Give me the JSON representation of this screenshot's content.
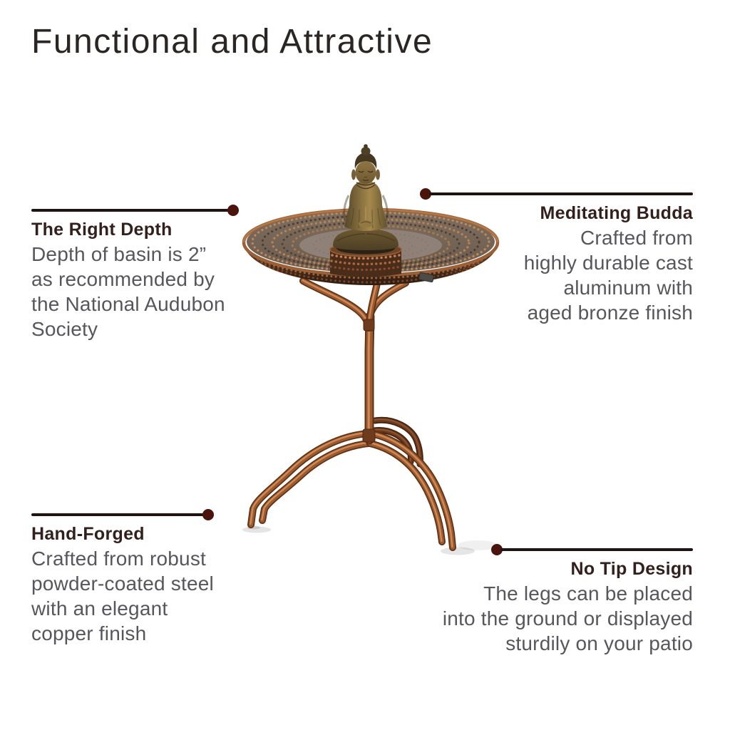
{
  "page": {
    "title": "Functional and Attractive"
  },
  "colors": {
    "background": "#ffffff",
    "heading": "#2b2523",
    "line": "#201412",
    "dot": "#4a140d",
    "callout_title": "#33201d",
    "callout_body": "#57565c",
    "copper_accent": "#9c5a30",
    "bronze_accent": "#846d3e"
  },
  "product": {
    "name": "Copper bird bath on three-leg stand with meditating Buddha statue"
  },
  "callouts": [
    {
      "id": "right-depth",
      "title": "The Right Depth",
      "body_lines": [
        "Depth of basin is 2”",
        "as recommended by",
        "the National Audubon",
        "Society"
      ]
    },
    {
      "id": "meditating-budda",
      "title": "Meditating Budda",
      "body_lines": [
        "Crafted from",
        "highly durable cast",
        "aluminum with",
        "aged bronze finish"
      ]
    },
    {
      "id": "hand-forged",
      "title": "Hand-Forged",
      "body_lines": [
        "Crafted from robust",
        "powder-coated steel",
        "with an elegant",
        "copper finish"
      ]
    },
    {
      "id": "no-tip-design",
      "title": "No Tip Design",
      "body_lines": [
        "The legs can be placed",
        "into the ground or displayed",
        "sturdily on your patio"
      ]
    }
  ]
}
